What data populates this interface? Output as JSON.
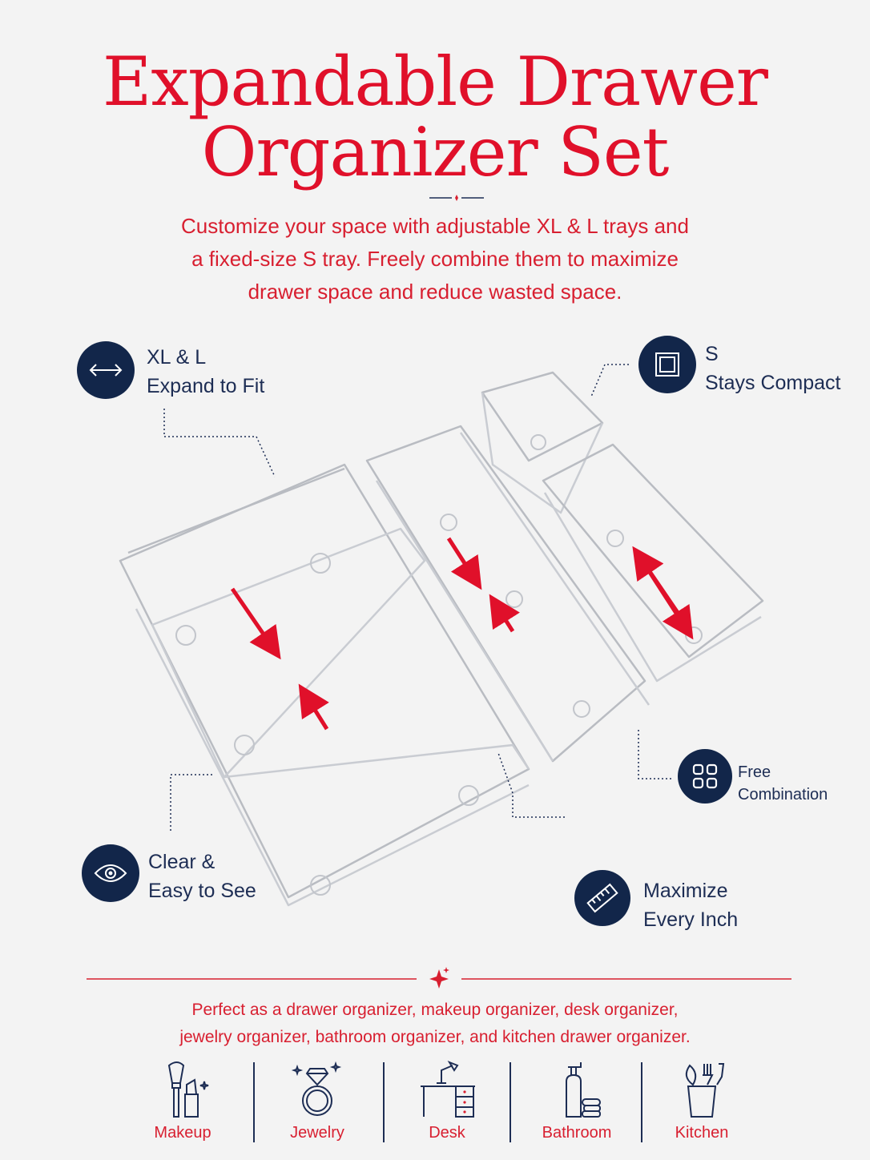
{
  "header": {
    "title_line1": "Expandable Drawer",
    "title_line2": "Organizer Set",
    "subtitle_line1": "Customize your space with adjustable XL & L trays and",
    "subtitle_line2": "a fixed-size S tray. Freely combine them to maximize",
    "subtitle_line3": "drawer space and reduce wasted space."
  },
  "features": {
    "xl_l": {
      "icon": "double-arrow-icon",
      "line1": "XL & L",
      "line2": "Expand to Fit"
    },
    "s": {
      "icon": "square-tray-icon",
      "line1": "S",
      "line2": "Stays Compact"
    },
    "free": {
      "icon": "grid-icon",
      "line1": "Free",
      "line2": "Combination"
    },
    "clear": {
      "icon": "eye-icon",
      "line1": "Clear &",
      "line2": "Easy to See"
    },
    "maximize": {
      "icon": "ruler-icon",
      "line1": "Maximize",
      "line2": "Every Inch"
    }
  },
  "uses": {
    "line1": "Perfect as a drawer organizer, makeup organizer, desk organizer,",
    "line2": "jewelry organizer, bathroom organizer, and kitchen drawer organizer."
  },
  "categories": [
    {
      "label": "Makeup",
      "icon": "makeup-icon"
    },
    {
      "label": "Jewelry",
      "icon": "ring-icon"
    },
    {
      "label": "Desk",
      "icon": "desk-icon"
    },
    {
      "label": "Bathroom",
      "icon": "soap-bottle-icon"
    },
    {
      "label": "Kitchen",
      "icon": "utensils-icon"
    }
  ],
  "colors": {
    "accent": "#e0102a",
    "navy": "#12264a",
    "background": "#f3f3f3"
  }
}
